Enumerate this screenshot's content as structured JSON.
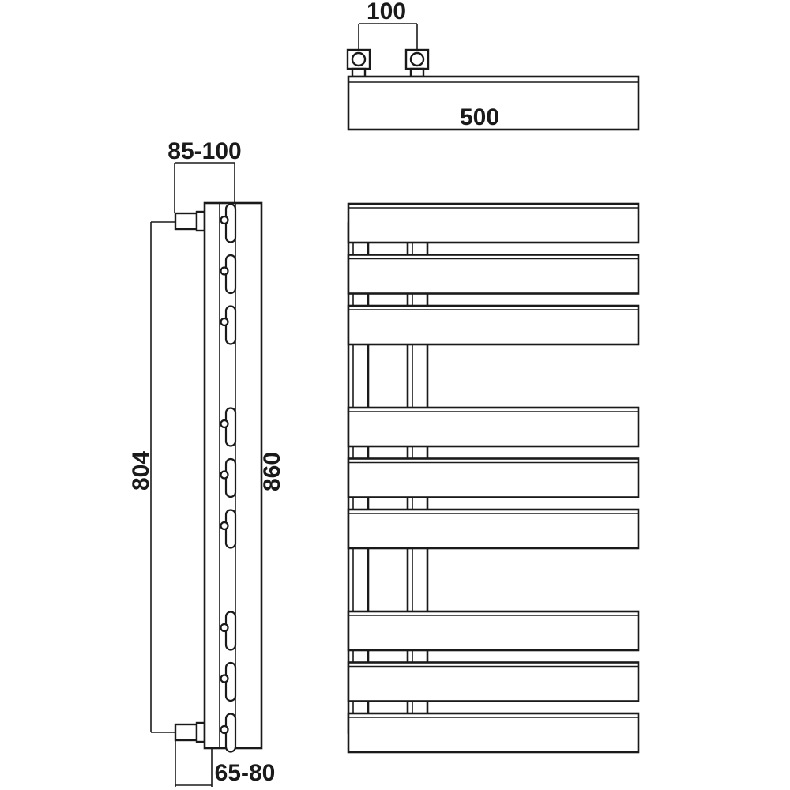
{
  "dimensions": {
    "valve_spacing": "100",
    "width": "500",
    "wall_clearance": "85-100",
    "pipe_centres": "804",
    "height": "860",
    "bottom_projection": "65-80"
  },
  "radiator": {
    "bar_count": 9,
    "bar_groups": [
      3,
      3,
      3
    ]
  }
}
